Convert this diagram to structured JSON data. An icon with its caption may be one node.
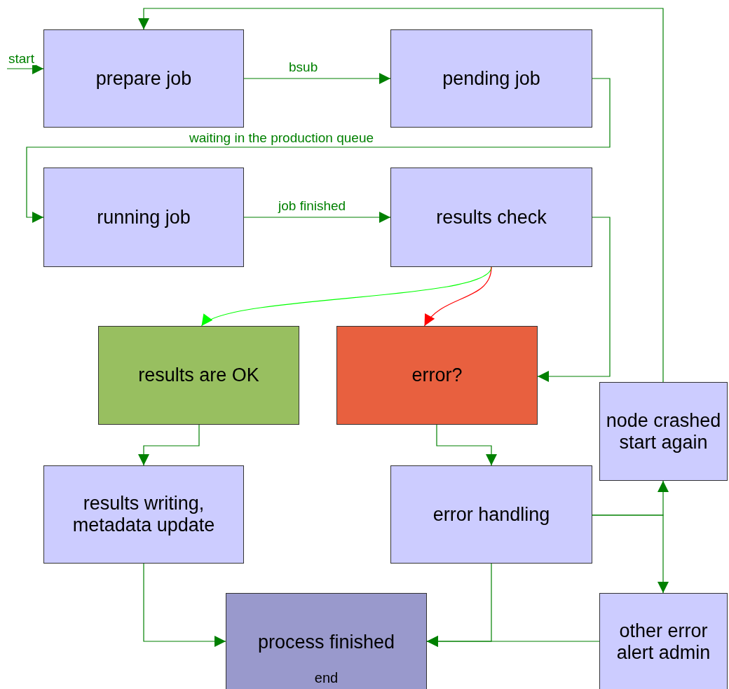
{
  "diagram": {
    "nodes": [
      {
        "text": [
          "prepare job"
        ]
      },
      {
        "text": [
          "pending job"
        ]
      },
      {
        "text": [
          "running job"
        ]
      },
      {
        "text": [
          "results check"
        ]
      },
      {
        "text": [
          "results are OK"
        ]
      },
      {
        "text": [
          "error?"
        ]
      },
      {
        "text": [
          "node crashed start again"
        ]
      },
      {
        "text": [
          "results writing, metadata update"
        ]
      },
      {
        "text": [
          "error handling"
        ]
      },
      {
        "text": [
          "process finished",
          "end"
        ]
      },
      {
        "text": [
          "other error alert admin"
        ]
      }
    ],
    "edges": [
      {
        "from": null,
        "to": 0,
        "arrow": "to",
        "label": "start"
      },
      {
        "from": 0,
        "to": 1,
        "arrow": "to",
        "label": "bsub"
      },
      {
        "from": 1,
        "to": 2,
        "arrow": "to",
        "label": "waiting in the production queue"
      },
      {
        "from": 2,
        "to": 3,
        "arrow": "to",
        "label": "job finished"
      },
      {
        "from": 3,
        "to": 4,
        "arrow": "to",
        "color": "#00ff00"
      },
      {
        "from": 3,
        "to": 5,
        "arrow": "to",
        "color": "#ff0000"
      },
      {
        "from": 3,
        "to": 5,
        "arrow": "to"
      },
      {
        "from": 4,
        "to": 7,
        "arrow": "to"
      },
      {
        "from": 5,
        "to": 8,
        "arrow": "to"
      },
      {
        "from": 8,
        "to": 6,
        "arrow": "to"
      },
      {
        "from": 8,
        "to": 10,
        "arrow": "to"
      },
      {
        "from": 6,
        "to": 0,
        "arrow": "to"
      },
      {
        "from": 7,
        "to": 9,
        "arrow": "to"
      },
      {
        "from": 8,
        "to": 9,
        "arrow": "to"
      },
      {
        "from": 10,
        "to": 9,
        "arrow": "to"
      }
    ]
  }
}
